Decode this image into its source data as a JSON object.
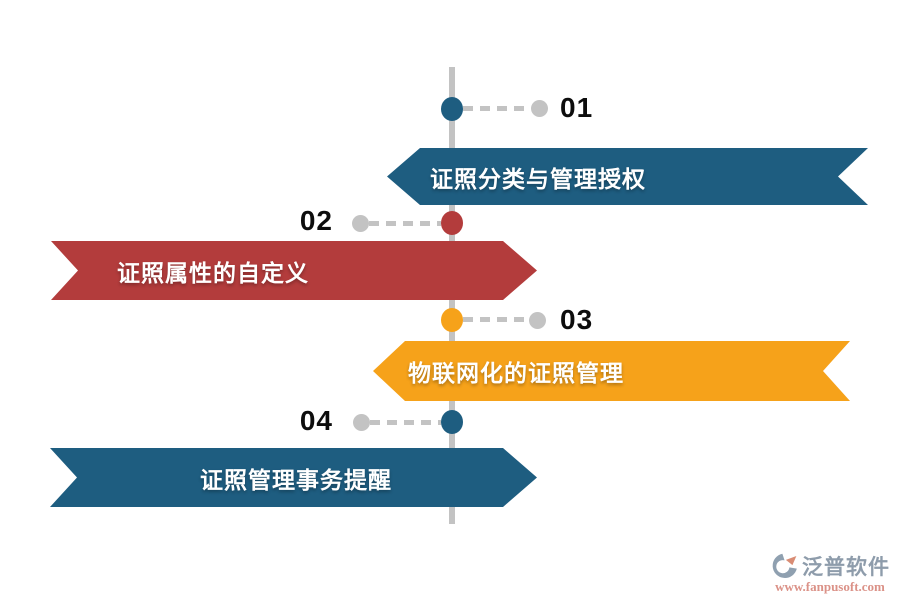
{
  "diagram": {
    "items": [
      {
        "number": "01",
        "label": "证照分类与管理授权",
        "color": "#1e5d80",
        "side": "right"
      },
      {
        "number": "02",
        "label": "证照属性的自定义",
        "color": "#b33c3c",
        "side": "left"
      },
      {
        "number": "03",
        "label": "物联网化的证照管理",
        "color": "#f6a21a",
        "side": "right"
      },
      {
        "number": "04",
        "label": "证照管理事务提醒",
        "color": "#1e5d80",
        "side": "left"
      }
    ],
    "line_color": "#c3c3c3",
    "connector_dot_color": "#c3c3c3",
    "number_color": "#0d0d0d"
  },
  "watermark": {
    "brand": "泛普软件",
    "url": "www.fanpusoft.com",
    "brand_color": "#8e9cab",
    "url_color": "#db9288",
    "logo_gray": "#8fa0b0",
    "logo_accent": "#d98c74"
  }
}
